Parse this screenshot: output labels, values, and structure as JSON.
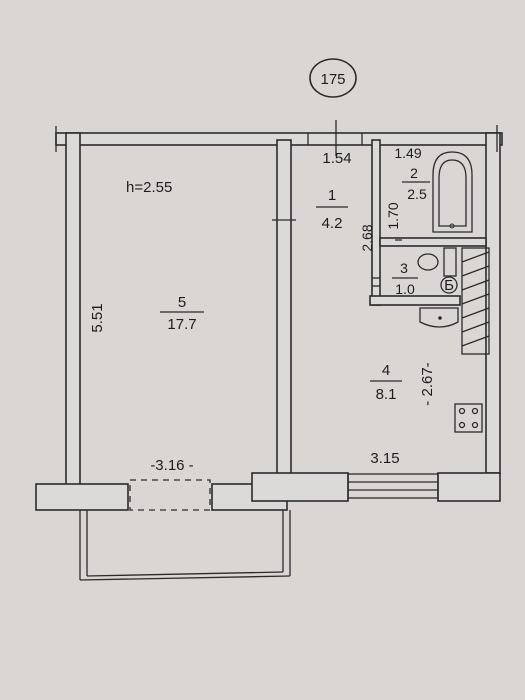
{
  "sheet": {
    "number": "175"
  },
  "ceiling": "h=2.55",
  "rooms": [
    {
      "id": "1",
      "area": "4.2"
    },
    {
      "id": "2",
      "area": "2.5"
    },
    {
      "id": "3",
      "area": "1.0"
    },
    {
      "id": "4",
      "area": "8.1"
    },
    {
      "id": "5",
      "area": "17.7"
    }
  ],
  "dimensions": {
    "room5_height": "5.51",
    "room5_width": "-3.16 -",
    "hall_width": "1.54",
    "bath_width": "1.49",
    "bath_height": "1.70",
    "hall_height": "2.68",
    "kitchen_height": "- 2.67-",
    "kitchen_width": "3.15"
  },
  "symbols": {
    "meter": "Б"
  }
}
